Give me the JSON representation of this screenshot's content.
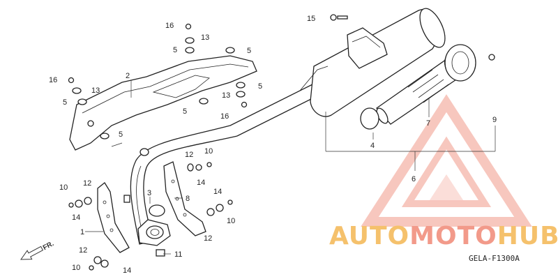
{
  "diagram_code": "GELA-F1300A",
  "direction_label": "FR.",
  "brand": {
    "word1": "AUTO",
    "word2": "MOTO",
    "word3": "HUB",
    "color_primary": "#f29a8a",
    "color_accent": "#f5c16c"
  },
  "callouts": {
    "c1": "1",
    "c2": "2",
    "c3": "3",
    "c4": "4",
    "c5": "5",
    "c6": "6",
    "c7": "7",
    "c8": "8",
    "c9": "9",
    "c10": "10",
    "c11": "11",
    "c12": "12",
    "c13": "13",
    "c14": "14",
    "c15": "15",
    "c16": "16"
  }
}
